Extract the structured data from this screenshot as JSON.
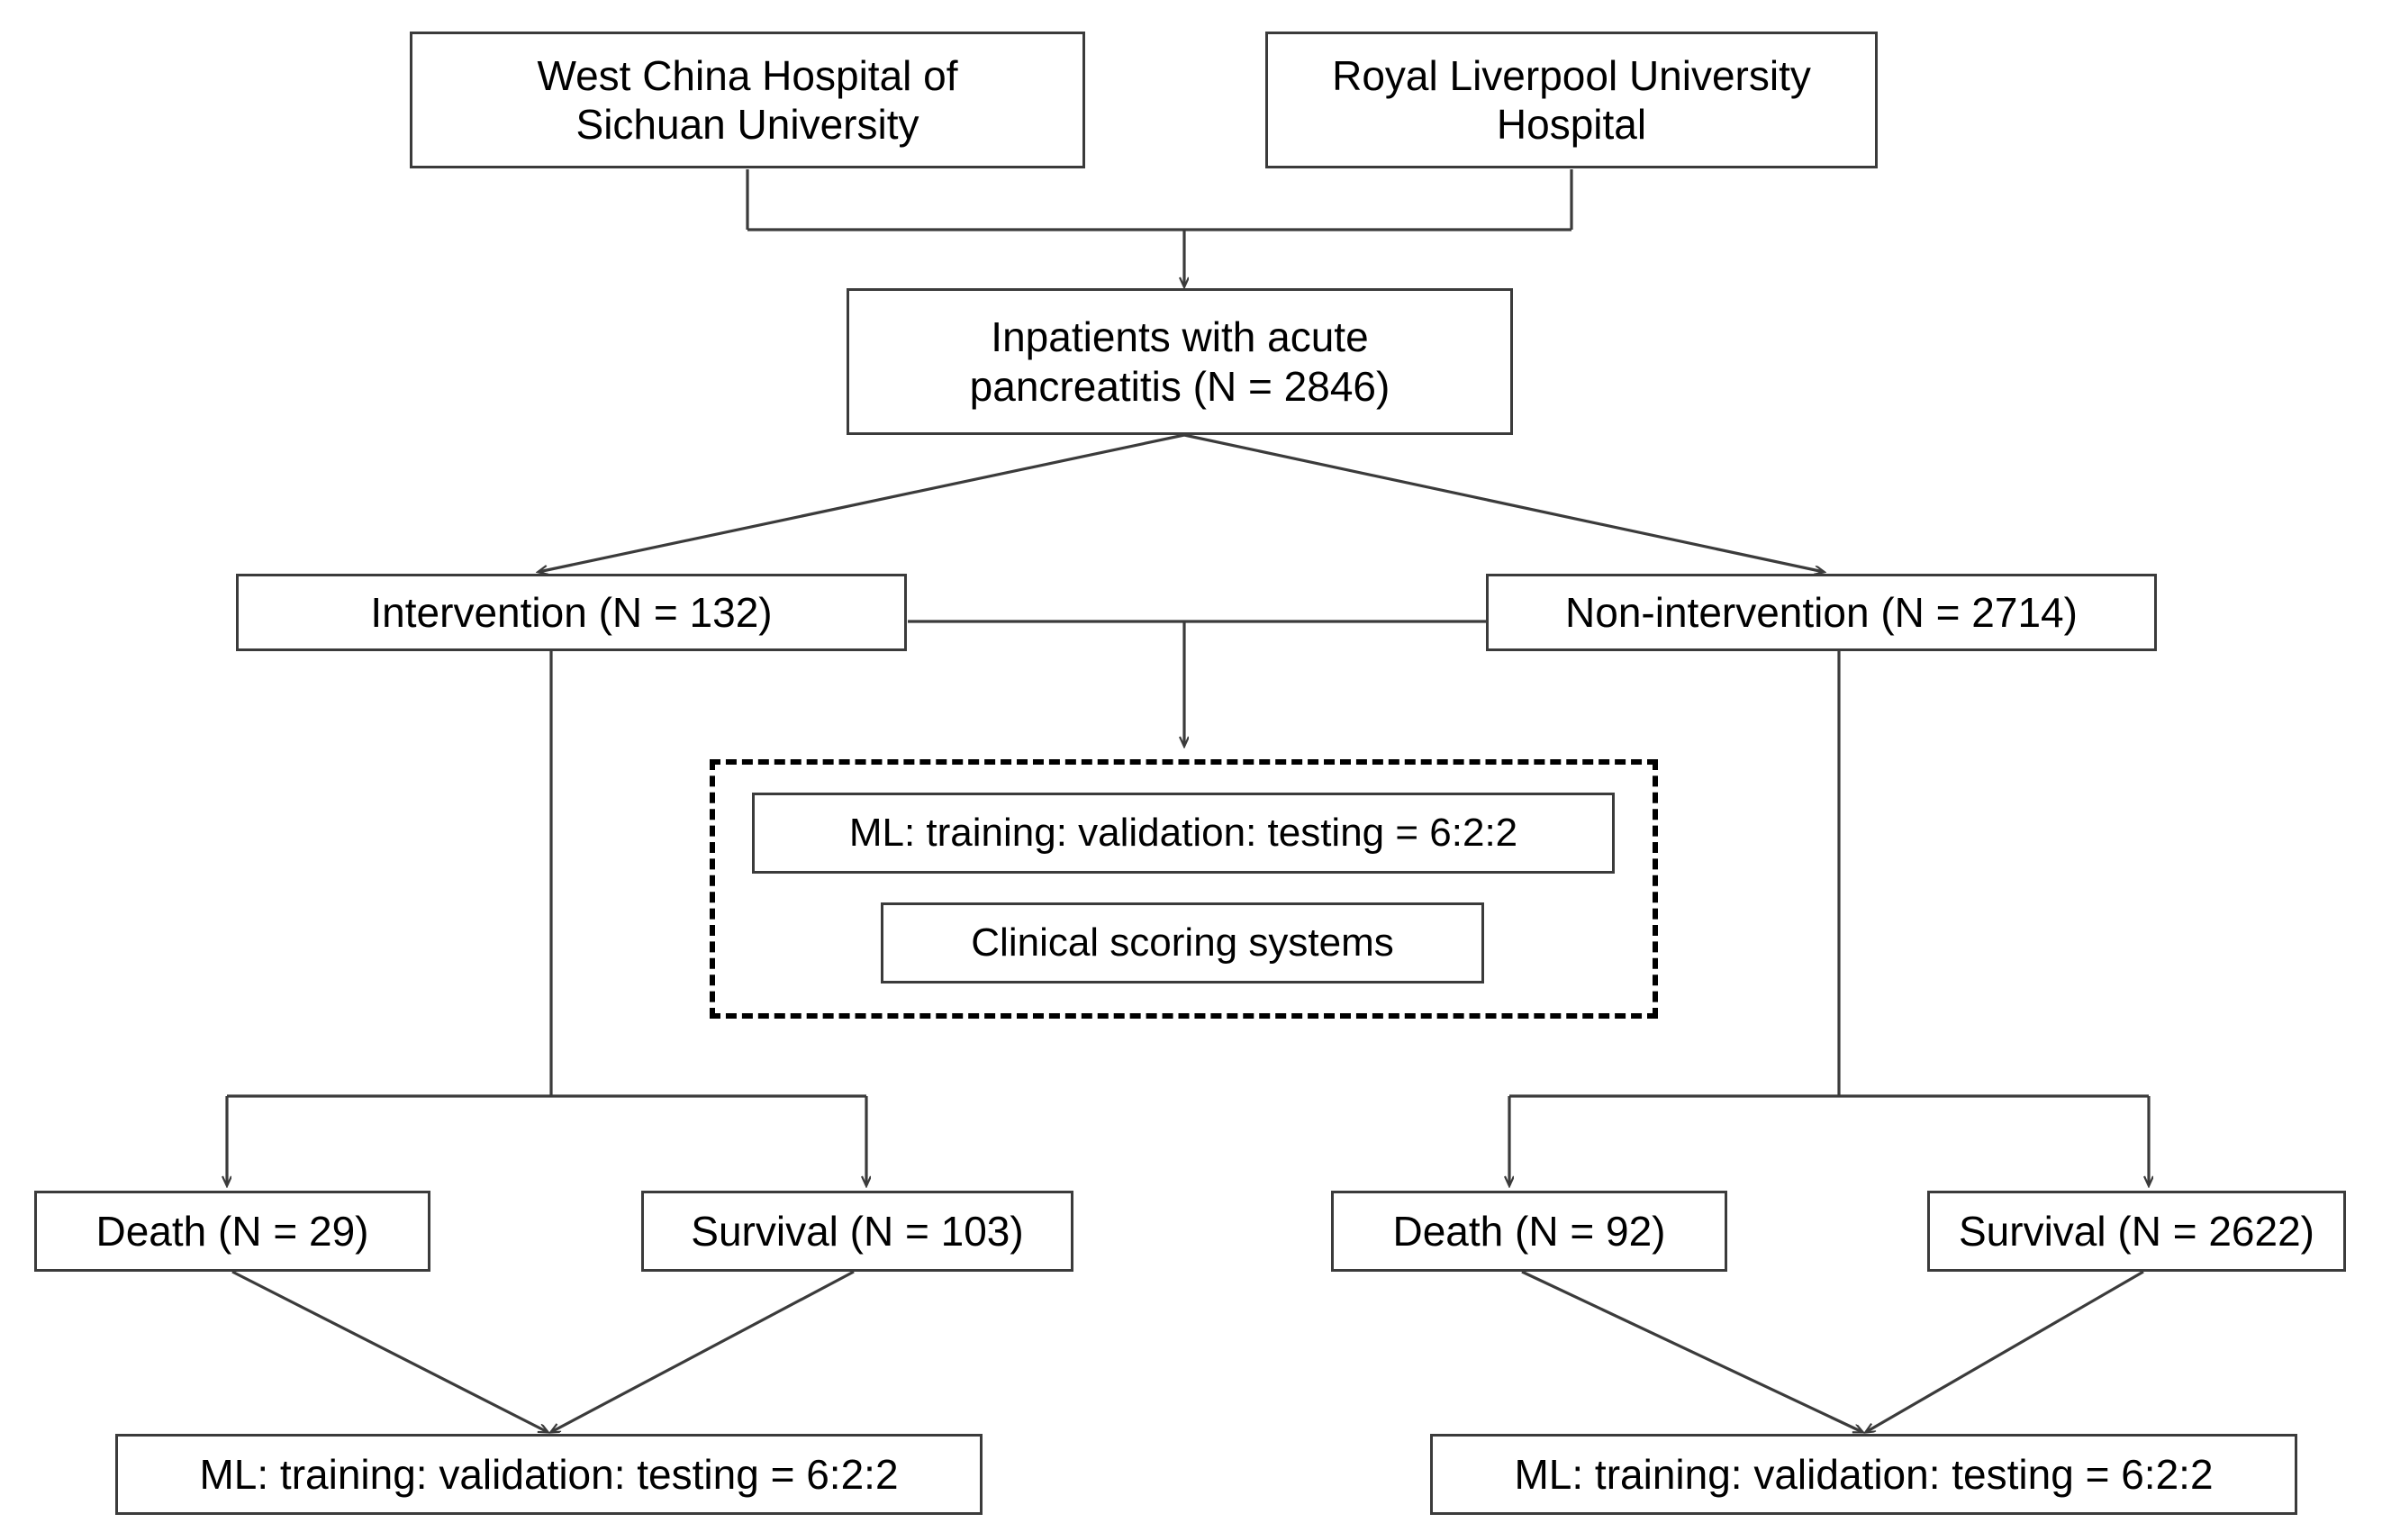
{
  "diagram": {
    "type": "flowchart",
    "title": "Study population flow diagram",
    "colors": {
      "box_border": "#3b3b3b",
      "group_border": "#000000",
      "connector": "#3b3b3b",
      "background": "#ffffff",
      "text": "#000000"
    },
    "nodes": [
      {
        "id": "west-china-hospital",
        "label": "West China Hospital of\nSichuan University",
        "shape": "rectangle",
        "border": "solid"
      },
      {
        "id": "royal-liverpool-hospital",
        "label": "Royal Liverpool University\nHospital",
        "shape": "rectangle",
        "border": "solid"
      },
      {
        "id": "inpatients-acute-pancreatitis",
        "label": "Inpatients with acute\npancreatitis (N = 2846)",
        "shape": "rectangle",
        "border": "solid",
        "n": 2846
      },
      {
        "id": "intervention",
        "label": "Intervention (N = 132)",
        "shape": "rectangle",
        "border": "solid",
        "n": 132
      },
      {
        "id": "non-intervention",
        "label": "Non-intervention (N = 2714)",
        "shape": "rectangle",
        "border": "solid",
        "n": 2714
      },
      {
        "id": "methods-group",
        "label": "",
        "shape": "rectangle",
        "border": "dash-dot"
      },
      {
        "id": "ml-split-group",
        "label": "ML: training: validation: testing = 6:2:2",
        "shape": "rectangle",
        "border": "solid"
      },
      {
        "id": "clinical-scoring-systems",
        "label": "Clinical scoring systems",
        "shape": "rectangle",
        "border": "solid"
      },
      {
        "id": "death-intervention",
        "label": "Death (N = 29)",
        "shape": "rectangle",
        "border": "solid",
        "n": 29
      },
      {
        "id": "survival-intervention",
        "label": "Survival (N = 103)",
        "shape": "rectangle",
        "border": "solid",
        "n": 103
      },
      {
        "id": "death-non-intervention",
        "label": "Death (N = 92)",
        "shape": "rectangle",
        "border": "solid",
        "n": 92
      },
      {
        "id": "survival-non-intervention",
        "label": "Survival (N = 2622)",
        "shape": "rectangle",
        "border": "solid",
        "n": 2622
      },
      {
        "id": "ml-split-left",
        "label": "ML: training: validation: testing = 6:2:2",
        "shape": "rectangle",
        "border": "solid"
      },
      {
        "id": "ml-split-right",
        "label": "ML: training: validation: testing = 6:2:2",
        "shape": "rectangle",
        "border": "solid"
      }
    ],
    "edges": [
      {
        "from": "west-china-hospital",
        "to": "inpatients-acute-pancreatitis",
        "style": "elbow",
        "arrow": true
      },
      {
        "from": "royal-liverpool-hospital",
        "to": "inpatients-acute-pancreatitis",
        "style": "elbow",
        "arrow": true
      },
      {
        "from": "inpatients-acute-pancreatitis",
        "to": "intervention",
        "style": "diagonal",
        "arrow": true
      },
      {
        "from": "inpatients-acute-pancreatitis",
        "to": "non-intervention",
        "style": "diagonal",
        "arrow": true
      },
      {
        "from": "intervention",
        "to": "methods-group",
        "style": "elbow",
        "arrow": true
      },
      {
        "from": "non-intervention",
        "to": "methods-group",
        "style": "elbow",
        "arrow": true
      },
      {
        "from": "intervention",
        "to": "death-intervention",
        "style": "elbow",
        "arrow": true
      },
      {
        "from": "intervention",
        "to": "survival-intervention",
        "style": "elbow",
        "arrow": true
      },
      {
        "from": "non-intervention",
        "to": "death-non-intervention",
        "style": "elbow",
        "arrow": true
      },
      {
        "from": "non-intervention",
        "to": "survival-non-intervention",
        "style": "elbow",
        "arrow": true
      },
      {
        "from": "death-intervention",
        "to": "ml-split-left",
        "style": "diagonal",
        "arrow": true
      },
      {
        "from": "survival-intervention",
        "to": "ml-split-left",
        "style": "diagonal",
        "arrow": true
      },
      {
        "from": "death-non-intervention",
        "to": "ml-split-right",
        "style": "diagonal",
        "arrow": true
      },
      {
        "from": "survival-non-intervention",
        "to": "ml-split-right",
        "style": "diagonal",
        "arrow": true
      }
    ]
  }
}
